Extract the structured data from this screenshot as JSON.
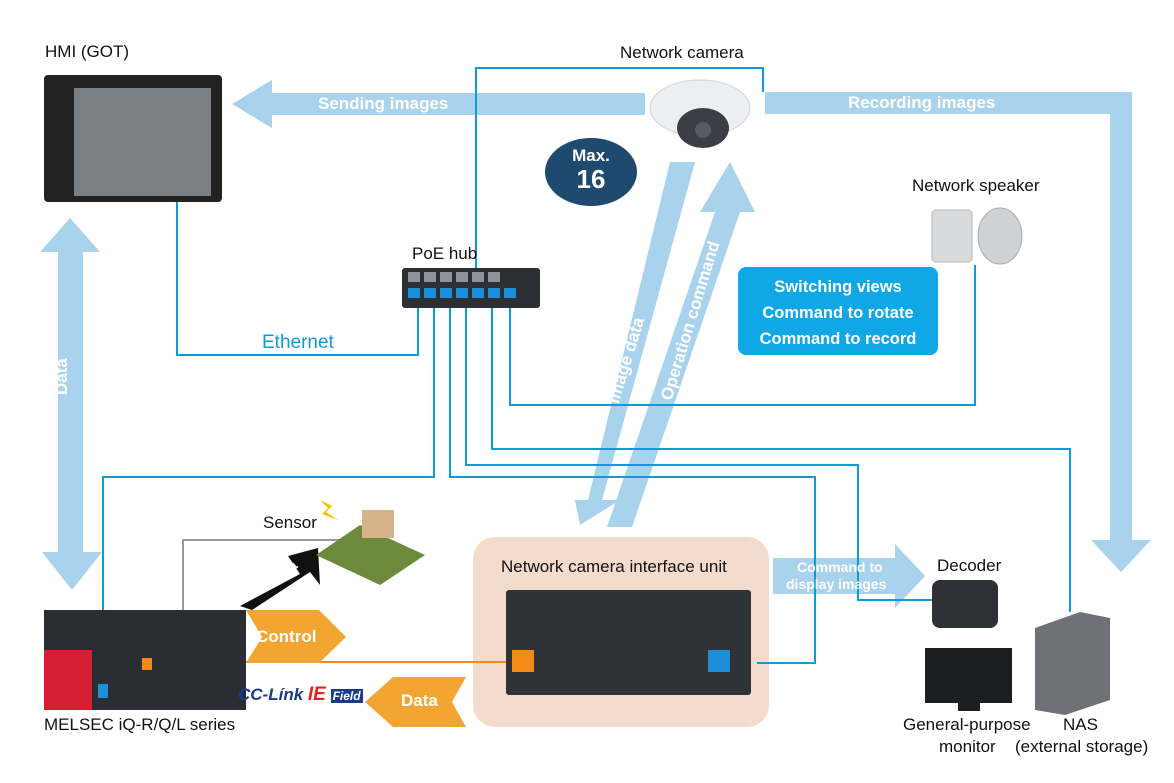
{
  "labels": {
    "hmi": "HMI (GOT)",
    "network_camera": "Network camera",
    "poe_hub": "PoE hub",
    "network_speaker": "Network speaker",
    "sensor": "Sensor",
    "interface_unit": "Network camera interface unit",
    "decoder": "Decoder",
    "monitor_line1": "General-purpose",
    "monitor_line2": "monitor",
    "nas_line1": "NAS",
    "nas_line2": "(external storage)",
    "melsec": "MELSEC iQ-R/Q/L series",
    "ethernet": "Ethernet"
  },
  "arrows": {
    "sending_images": "Sending images",
    "recording_images": "Recording images",
    "image_data": "Image data",
    "operation_command": "Operation command",
    "data_vertical": "Data",
    "data_sensor": "Data",
    "control": "Control",
    "data_bottom": "Data",
    "command_display_line1": "Command to",
    "command_display_line2": "display images"
  },
  "max_bubble": {
    "line1": "Max.",
    "line2": "16"
  },
  "command_box": {
    "line1": "Switching views",
    "line2": "Command to rotate",
    "line3": "Command to record"
  },
  "logo": {
    "cc_link": "CC-Línk",
    "ie": "IE",
    "field": "Field"
  },
  "colors": {
    "light_blue_arrow": "#a9d3ec",
    "cable_blue": "#0e9bd8",
    "orange_arrow": "#f2a531",
    "orange_cable": "#f08a24",
    "command_box": "#10a7e6",
    "bubble": "#1f4a6f",
    "interface_bg": "#f3dccd"
  }
}
